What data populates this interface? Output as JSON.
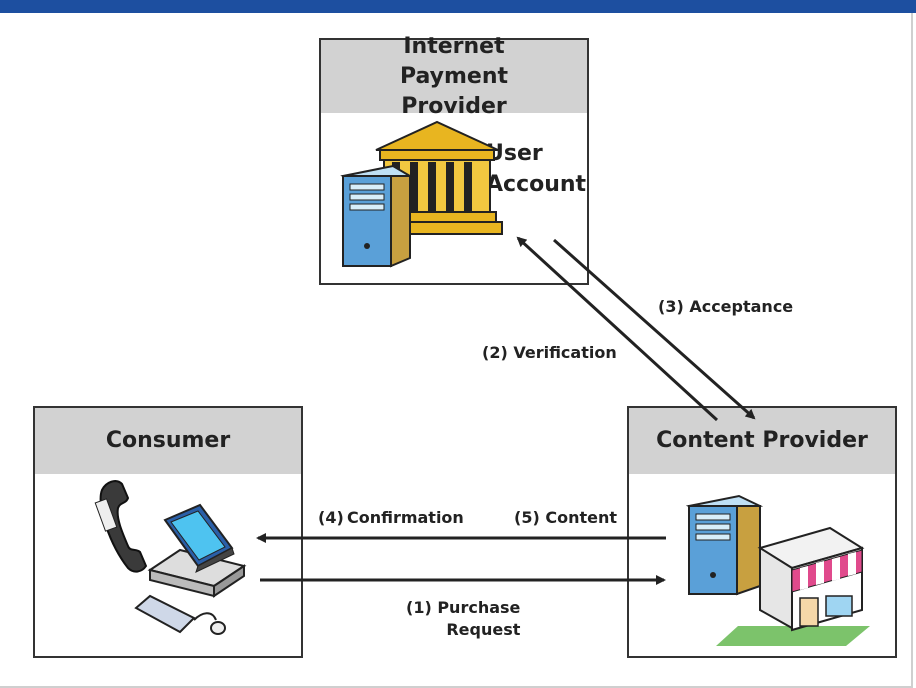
{
  "nodes": {
    "payment_provider": {
      "title": "Internet Payment Provider",
      "sub_label_line1": "User",
      "sub_label_line2": "Account"
    },
    "consumer": {
      "title": "Consumer"
    },
    "content_provider": {
      "title": "Content Provider"
    }
  },
  "flows": {
    "purchase_request_line1": "(1) Purchase",
    "purchase_request_line2": "Request",
    "verification": "(2) Verification",
    "acceptance": "(3) Acceptance",
    "confirmation": "(4) Confirmation",
    "content": "(5) Content"
  },
  "colors": {
    "top_bar": "#1d4fa0",
    "box_header": "#d2d2d2",
    "building": "#e8b520",
    "computer": "#5aa0d8",
    "arrow": "#222222"
  }
}
